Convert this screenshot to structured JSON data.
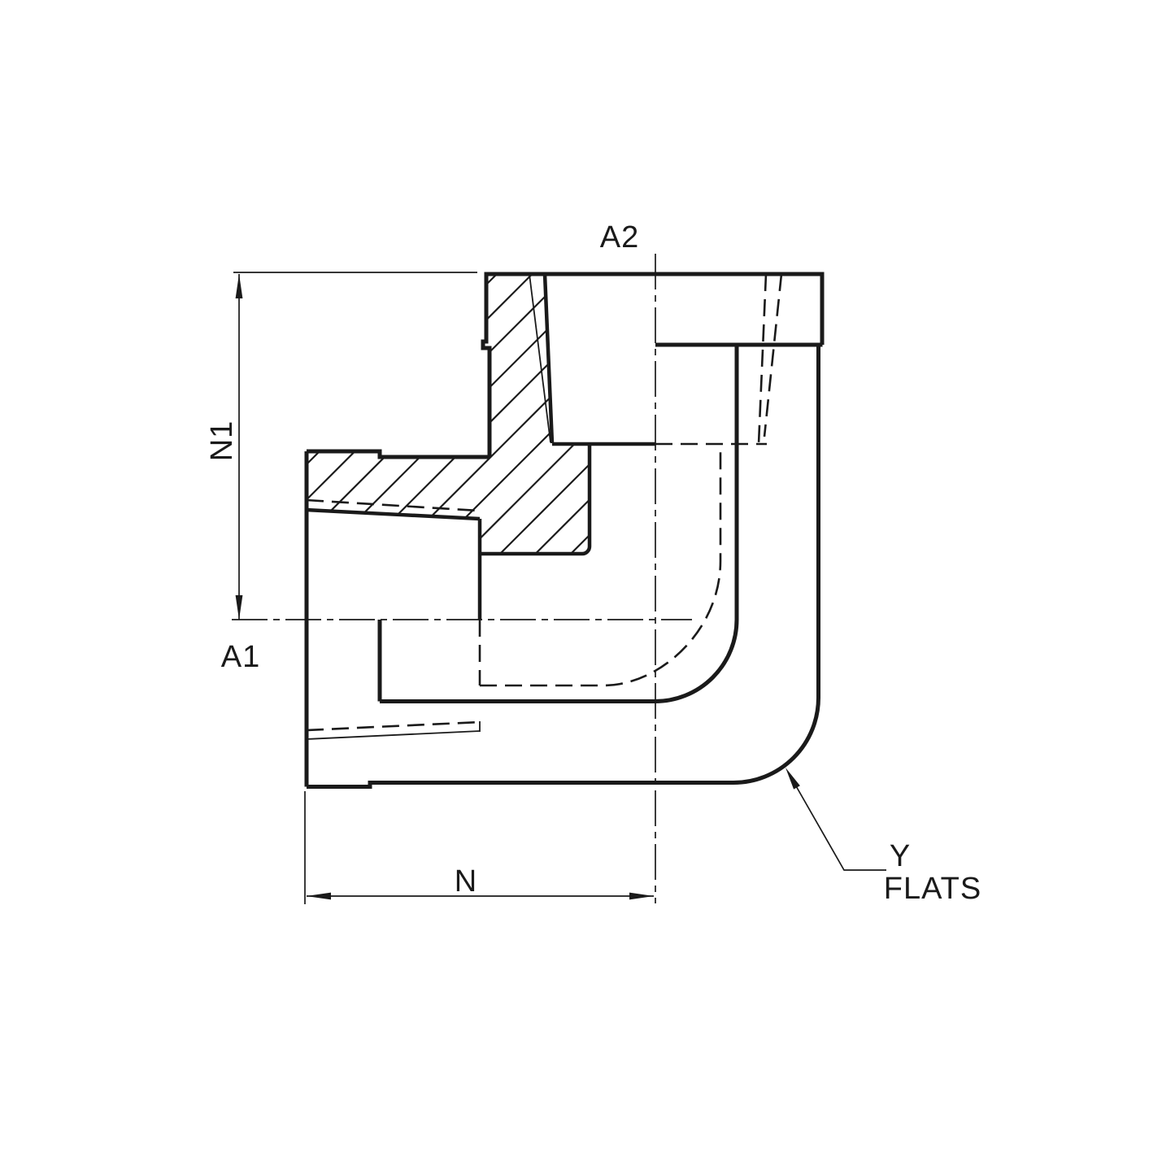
{
  "labels": {
    "port_top": "A2",
    "port_side": "A1",
    "dim_height": "N1",
    "dim_length": "N",
    "flats_line1": "Y",
    "flats_line2": "FLATS"
  },
  "colors": {
    "line": "#1a1a1a",
    "background": "#ffffff"
  }
}
